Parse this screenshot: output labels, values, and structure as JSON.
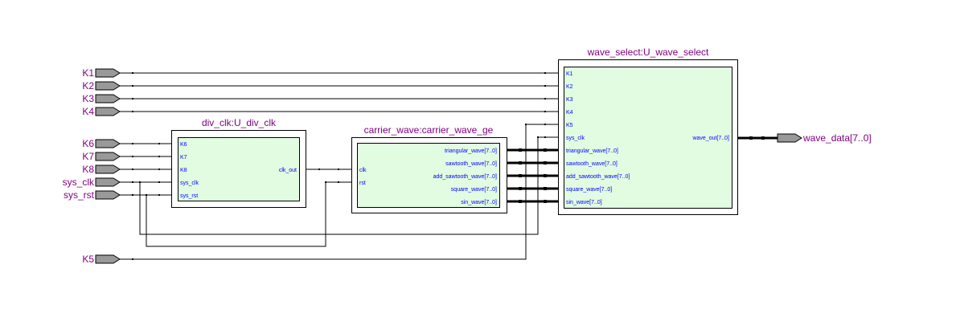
{
  "diagram": {
    "type": "rtl-schematic",
    "colors": {
      "label": "#800080",
      "port_label": "#0000ff",
      "block_fill": "#e1fce1",
      "pin_fill": "#999999",
      "wire": "#000000"
    },
    "input_pins": [
      {
        "id": "K1",
        "label": "K1"
      },
      {
        "id": "K2",
        "label": "K2"
      },
      {
        "id": "K3",
        "label": "K3"
      },
      {
        "id": "K4",
        "label": "K4"
      },
      {
        "id": "K6",
        "label": "K6"
      },
      {
        "id": "K7",
        "label": "K7"
      },
      {
        "id": "K8",
        "label": "K8"
      },
      {
        "id": "sys_clk",
        "label": "sys_clk"
      },
      {
        "id": "sys_rst",
        "label": "sys_rst"
      },
      {
        "id": "K5",
        "label": "K5"
      }
    ],
    "output_pins": [
      {
        "id": "wave_data",
        "label": "wave_data[7..0]"
      }
    ],
    "blocks": {
      "div_clk": {
        "title": "div_clk:U_div_clk",
        "inputs": [
          "K6",
          "K7",
          "K8",
          "sys_clk",
          "sys_rst"
        ],
        "outputs": [
          "clk_out"
        ]
      },
      "carrier_wave": {
        "title": "carrier_wave:carrier_wave_ge",
        "inputs": [
          "clk",
          "rst"
        ],
        "outputs": [
          "triangular_wave[7..0]",
          "sawtooth_wave[7..0]",
          "add_sawtooth_wave[7..0]",
          "square_wave[7..0]",
          "sin_wave[7..0]"
        ]
      },
      "wave_select": {
        "title": "wave_select:U_wave_select",
        "inputs": [
          "K1",
          "K2",
          "K3",
          "K4",
          "K5",
          "sys_clk",
          "triangular_wave[7..0]",
          "sawtooth_wave[7..0]",
          "add_sawtooth_wave[7..0]",
          "square_wave[7..0]",
          "sin_wave[7..0]"
        ],
        "outputs": [
          "wave_out[7..0]"
        ]
      }
    }
  }
}
